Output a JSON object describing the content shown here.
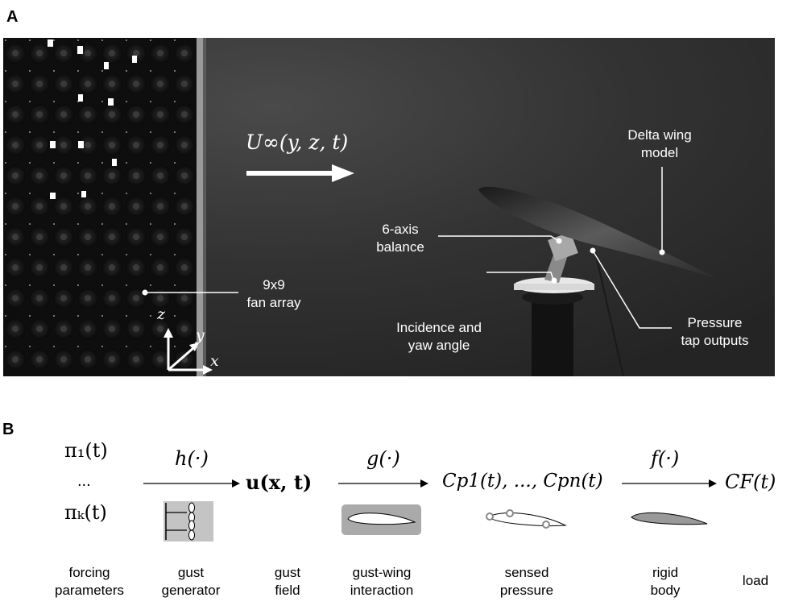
{
  "panel_a": {
    "letter": "A",
    "velocity_label": "U∞(y, z, t)",
    "labels": {
      "delta_wing": "Delta wing\nmodel",
      "balance": "6-axis\nbalance",
      "fan_array": "9x9\nfan array",
      "incidence": "Incidence and\nyaw angle",
      "pressure_tap": "Pressure\ntap outputs"
    },
    "axes": {
      "x": "x",
      "y": "y",
      "z": "z"
    }
  },
  "panel_b": {
    "letter": "B",
    "forcing": {
      "top": "π₁(t)",
      "middle": "...",
      "bottom": "πₖ(t)"
    },
    "operators": {
      "h": "h(·)",
      "g": "g(·)",
      "f": "f(·)"
    },
    "field": "u(x, t)",
    "pressures": "Cp1(t), ..., Cpn(t)",
    "load_symbol": "CF(t)",
    "captions": {
      "forcing": "forcing\nparameters",
      "gust_generator": "gust\ngenerator",
      "gust_field": "gust\nfield",
      "gust_wing": "gust-wing\ninteraction",
      "sensed": "sensed\npressure",
      "rigid": "rigid\nbody",
      "load": "load"
    }
  }
}
